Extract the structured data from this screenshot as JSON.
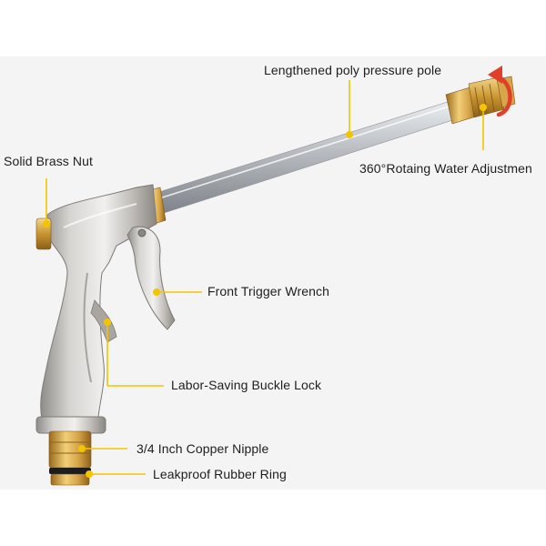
{
  "product": {
    "labels": {
      "pole": "Lengthened poly pressure pole",
      "rotating": "360°Rotaing Water Adjustmen",
      "nut": "Solid Brass Nut",
      "trigger": "Front Trigger Wrench",
      "buckle": "Labor-Saving Buckle Lock",
      "nipple": "3/4 Inch Copper Nipple",
      "ring": "Leakproof Rubber Ring"
    },
    "colors": {
      "callout_line": "#f2c500",
      "rotation_arrow": "#e0402a",
      "brass": "#d9a446",
      "body_metal": "#c8c6c3",
      "panel_background": "#f5f4f4"
    },
    "icons": [
      "rotation-arrow-icon"
    ]
  }
}
